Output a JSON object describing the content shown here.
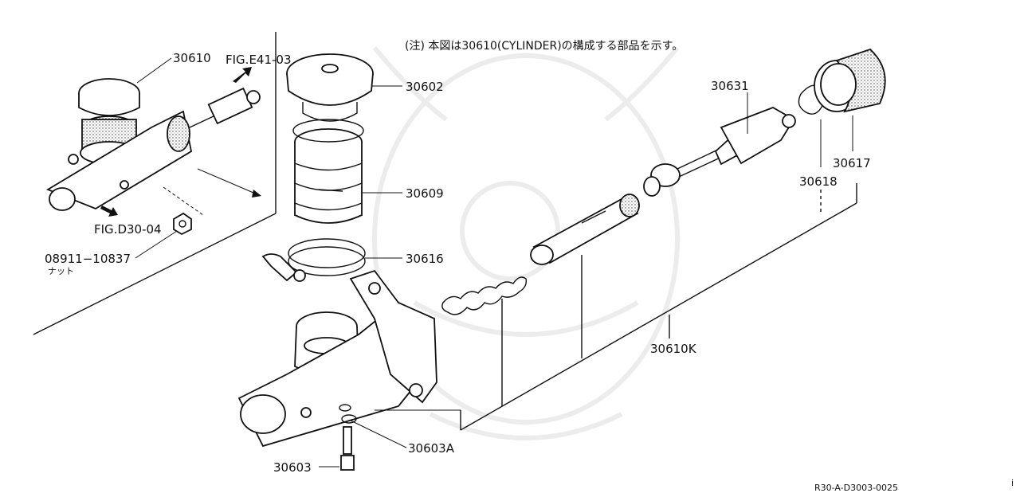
{
  "note": "(注) 本図は30610(CYLINDER)の構成する部品を示す。",
  "diagram_code": "R30-A-D3003-0025",
  "corner_mark": "i",
  "parts": {
    "p30610": "30610",
    "p30602": "30602",
    "p30609": "30609",
    "p30616": "30616",
    "p30631": "30631",
    "p30617": "30617",
    "p30618": "30618",
    "p30610K": "30610K",
    "p30603A": "30603A",
    "p30603": "30603",
    "p08911": "08911−10837",
    "p08911_sub": "ナット"
  },
  "refs": {
    "fig_e41": "FIG.E41-03",
    "fig_d30": "FIG.D30-04"
  }
}
